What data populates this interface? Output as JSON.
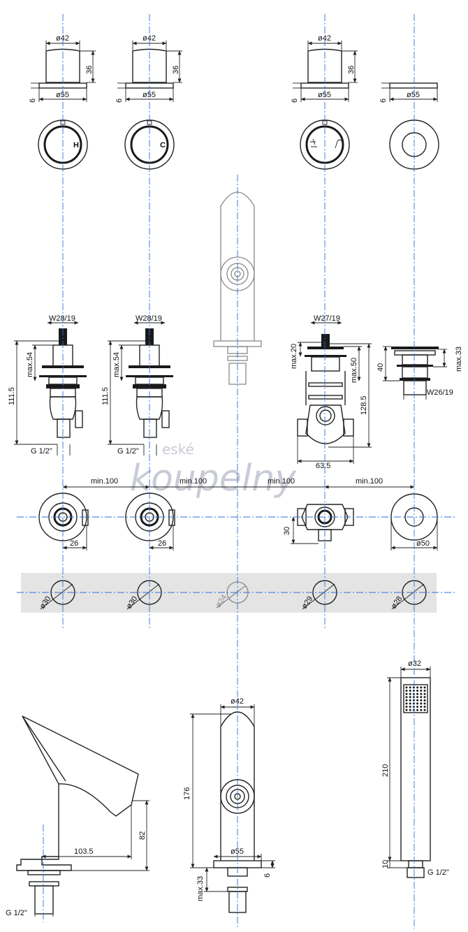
{
  "watermark": {
    "line1": "eské",
    "line2": "koupelny"
  },
  "colors": {
    "axis": "#2f6fd8",
    "band": "#e4e4e4",
    "ink": "#222222",
    "watermark": "#c9ccd6"
  },
  "top_views": {
    "knob_h": {
      "d1": "ø42",
      "h": "36",
      "base_h": "6",
      "d2": "ø55",
      "letter": "H"
    },
    "knob_c": {
      "d1": "ø42",
      "h": "36",
      "base_h": "6",
      "d2": "ø55",
      "letter": "C"
    },
    "diverter": {
      "d1": "ø42",
      "h": "36",
      "base_h": "6",
      "d2": "ø55"
    },
    "rosette": {
      "base_h": "6",
      "d2": "ø55"
    }
  },
  "valves": {
    "left": {
      "spindle": "W28/19",
      "max": "max.54",
      "length": "111.5",
      "thread": "G 1/2\""
    },
    "middle": {
      "spindle": "W28/19",
      "max": "max.54",
      "length": "111.5",
      "thread": "G 1/2\""
    },
    "diverter": {
      "spindle": "W27/19",
      "max_top": "max.20",
      "max_side": "max.50",
      "length": "128.5",
      "width": "63.5"
    },
    "holder": {
      "height": "40",
      "max": "max.33",
      "thread": "W26/19"
    }
  },
  "spacing": [
    "min.100",
    "min.100",
    "min.100",
    "min.100"
  ],
  "plan_views": {
    "offset_a": "26",
    "offset_b": "26",
    "depth": "30",
    "rosette_d": "ø50"
  },
  "holes": [
    "ø30",
    "ø30",
    "ø24",
    "ø29",
    "ø28"
  ],
  "spout_side": {
    "reach": "103.5",
    "height": "82",
    "thread": "G 1/2\""
  },
  "spout_front": {
    "top_d": "ø42",
    "height": "176",
    "base_d": "ø55",
    "base_h": "6",
    "max": "max.33"
  },
  "hand_shower": {
    "width": "ø32",
    "length": "210",
    "neck": "10",
    "thread": "G 1/2\""
  }
}
